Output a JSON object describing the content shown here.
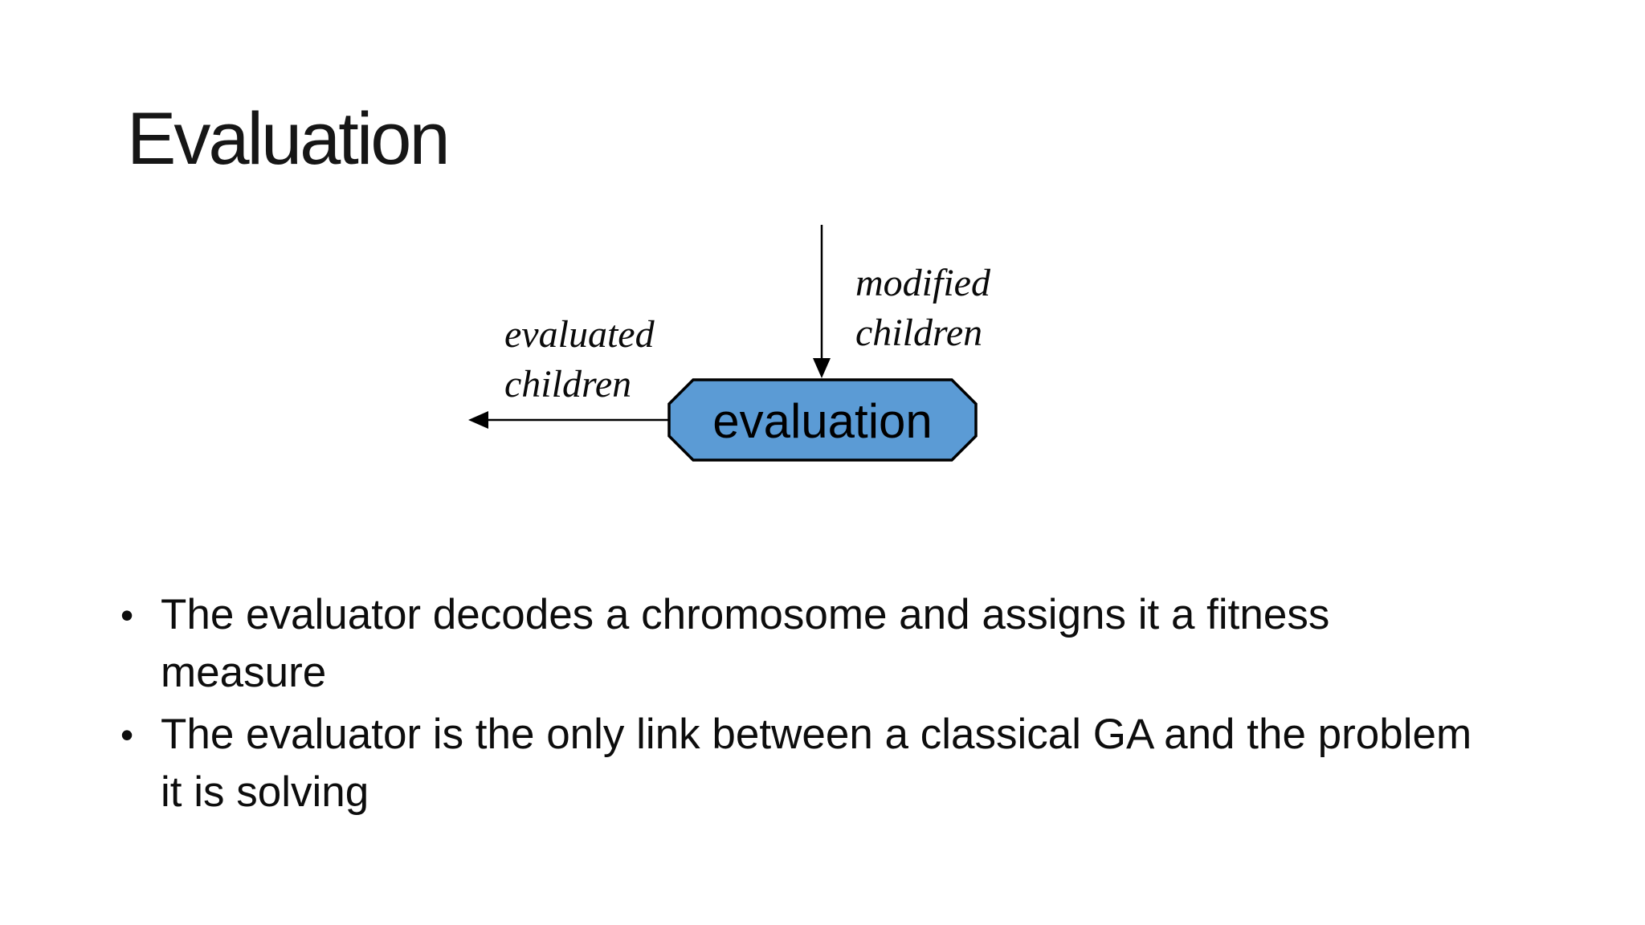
{
  "slide": {
    "title": "Evaluation",
    "background_color": "#ffffff",
    "text_color": "#111111"
  },
  "diagram": {
    "node_label": "evaluation",
    "node_fill": "#5b9bd5",
    "node_border": "#000000",
    "arrow_color": "#000000",
    "incoming_label_lines": [
      "modified",
      "children"
    ],
    "outgoing_label_lines": [
      "evaluated",
      "children"
    ]
  },
  "bullets": [
    {
      "marker": "•",
      "lines": [
        "The evaluator decodes a chromosome and assigns it a fitness",
        "measure"
      ]
    },
    {
      "marker": "•",
      "lines": [
        "The evaluator is the only link between a classical GA and the problem",
        "it is solving"
      ]
    }
  ]
}
